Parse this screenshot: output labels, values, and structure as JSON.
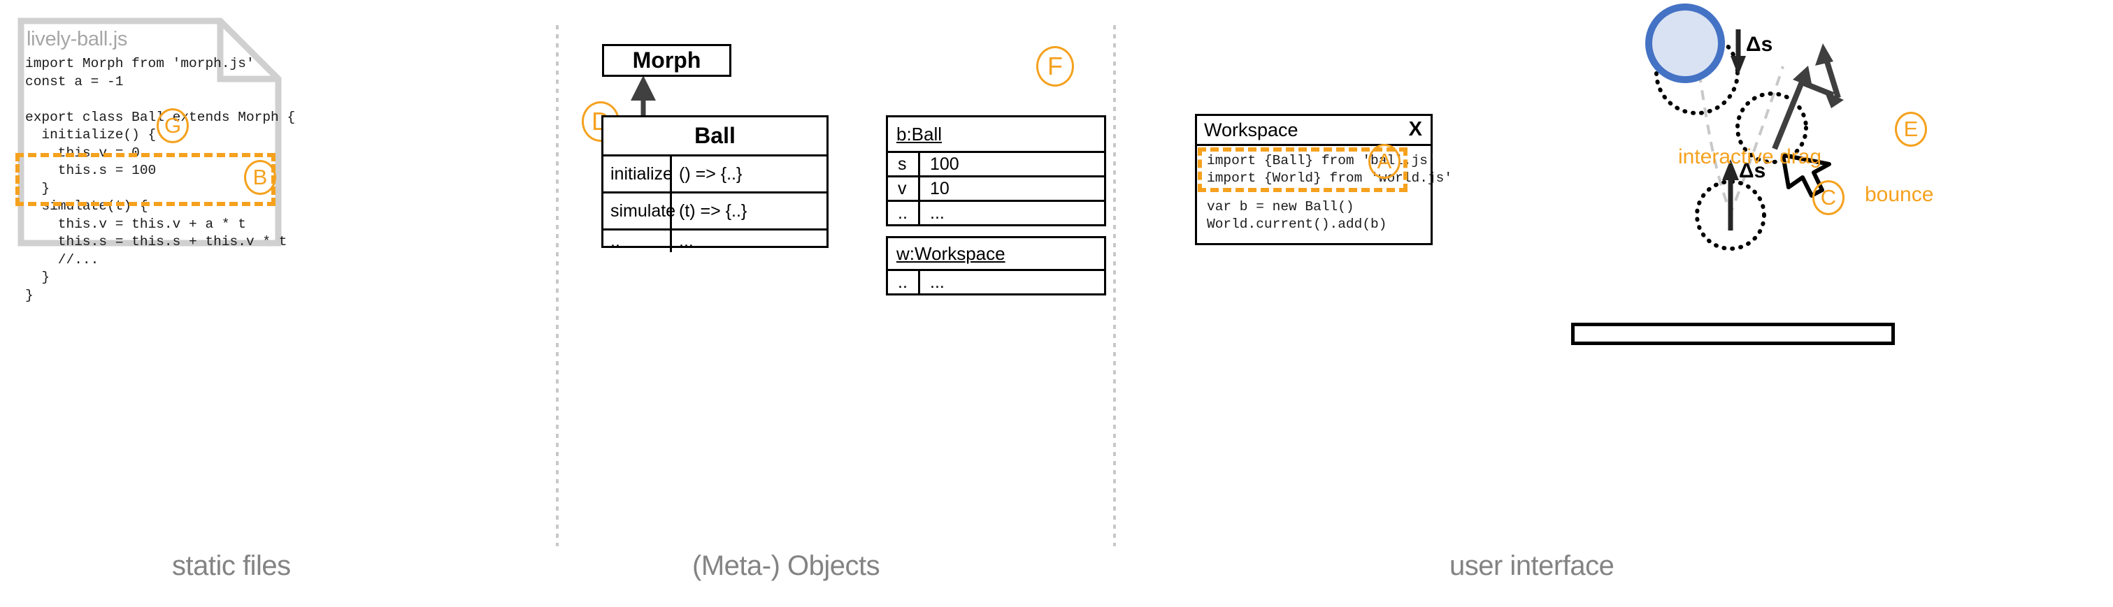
{
  "columns": [
    {
      "id": "static-files",
      "caption": "static files"
    },
    {
      "id": "meta-objects",
      "caption": "(Meta-) Objects"
    },
    {
      "id": "user-interface",
      "caption": "user interface"
    }
  ],
  "file_card": {
    "title": "lively-ball.js",
    "code": "import Morph from 'morph.js'\nconst a = -1\n\nexport class Ball extends Morph {\n  initialize() {\n    this.v = 0\n    this.s = 100\n  }\n  simulate(t) {\n    this.v = this.v + a * t\n    this.s = this.s + this.v * t\n    //...\n  }\n}",
    "badge_g": "G",
    "badge_b": "B"
  },
  "class_diagram": {
    "superclass": {
      "title": "Morph"
    },
    "badge_d": "D",
    "subclass": {
      "title": "Ball",
      "rows": [
        {
          "name": "initialize",
          "value": "() => {..}"
        },
        {
          "name": "simulate",
          "value": "(t) => {..}"
        },
        {
          "name": "..",
          "value": "..."
        }
      ]
    }
  },
  "instances": {
    "badge_f": "F",
    "ball": {
      "title": "b:Ball",
      "rows": [
        {
          "key": "s",
          "value": "100"
        },
        {
          "key": "v",
          "value": "10"
        },
        {
          "key": "..",
          "value": "..."
        }
      ]
    },
    "workspace": {
      "title": "w:Workspace",
      "rows": [
        {
          "key": "..",
          "value": "..."
        }
      ]
    }
  },
  "workspace_window": {
    "title": "Workspace",
    "close_label": "X",
    "imports": "import {Ball} from 'ball.js'\nimport {World} from 'world.js'",
    "exec": "var b = new Ball()\nWorld.current().add(b)",
    "badge_a": "A"
  },
  "simulation": {
    "delta_down": "Δs",
    "delta_up": "Δs",
    "badge_c": "C",
    "bounce_label": "bounce",
    "badge_e": "E",
    "drag_label": "interactive drag"
  },
  "colors": {
    "accent_orange": "#f5a11e",
    "ball_stroke": "#4472c4",
    "ball_fill": "#d9e2f3",
    "caption_gray": "#838383",
    "file_border_gray": "#d0d0d0",
    "trajectory_gray": "#c8c8c8"
  }
}
